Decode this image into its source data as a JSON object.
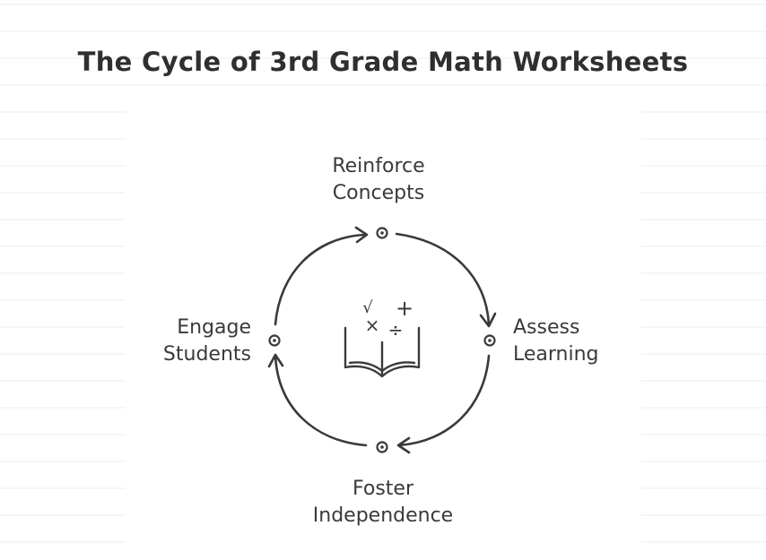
{
  "title": "The Cycle of 3rd Grade Math Worksheets",
  "stages": {
    "top": {
      "line1": "Reinforce",
      "line2": "Concepts"
    },
    "right": {
      "line1": "Assess",
      "line2": "Learning"
    },
    "bottom": {
      "line1": "Foster",
      "line2": "Independence"
    },
    "left": {
      "line1": "Engage",
      "line2": "Students"
    }
  },
  "center_icon": {
    "name": "math-book-icon",
    "symbols": {
      "root": "√",
      "plus": "+",
      "times": "×",
      "divide": "÷"
    }
  },
  "colors": {
    "stroke": "#3a3a3a",
    "title": "#2f2f2f",
    "ruled_lines": "#f1f1f1"
  }
}
